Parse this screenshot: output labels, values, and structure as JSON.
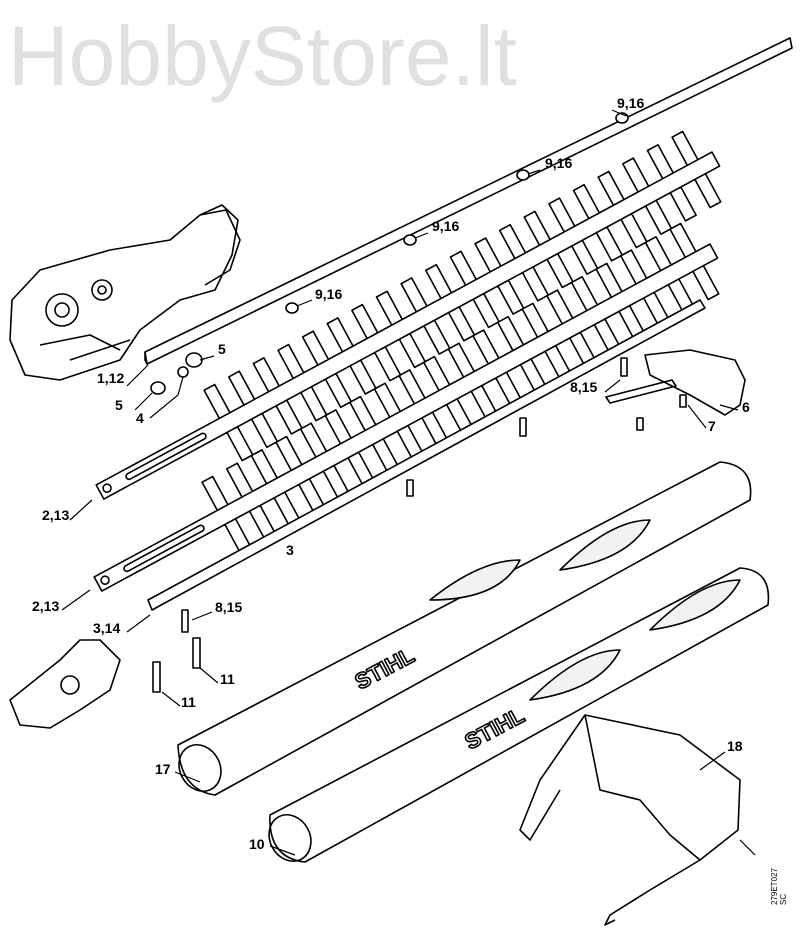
{
  "diagram": {
    "callouts": [
      {
        "id": "c1",
        "text": "9,16"
      },
      {
        "id": "c2",
        "text": "9,16"
      },
      {
        "id": "c3",
        "text": "9,16"
      },
      {
        "id": "c4",
        "text": "9,16"
      },
      {
        "id": "c5",
        "text": "5"
      },
      {
        "id": "c6",
        "text": "1,12"
      },
      {
        "id": "c7",
        "text": "5"
      },
      {
        "id": "c8",
        "text": "4"
      },
      {
        "id": "c9",
        "text": "8,15"
      },
      {
        "id": "c10",
        "text": "6"
      },
      {
        "id": "c11",
        "text": "7"
      },
      {
        "id": "c12",
        "text": "2,13"
      },
      {
        "id": "c13",
        "text": "2,13"
      },
      {
        "id": "c14",
        "text": "3,14"
      },
      {
        "id": "c15",
        "text": "8,15"
      },
      {
        "id": "c16",
        "text": "11"
      },
      {
        "id": "c17",
        "text": "11"
      },
      {
        "id": "c18",
        "text": "17"
      },
      {
        "id": "c19",
        "text": "10"
      },
      {
        "id": "c20",
        "text": "18"
      },
      {
        "id": "c21",
        "text": "3"
      }
    ],
    "brand_on_guard": "STIHL",
    "drawing_code": "279ET027 SC",
    "watermark": "HobbyStore.lt"
  }
}
